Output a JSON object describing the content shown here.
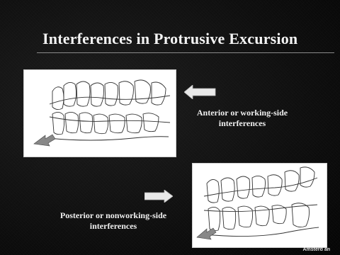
{
  "slide": {
    "title": "Interferences in Protrusive Excursion",
    "caption_anterior_line1": "Anterior or working-side",
    "caption_anterior_line2": "interferences",
    "caption_posterior_line1": "Posterior or nonworking-side",
    "caption_posterior_line2": "interferences",
    "credit": "Amsterd an",
    "colors": {
      "background": "#111111",
      "text": "#f4f4f4",
      "arrow": "#e8e8e8"
    },
    "icons": [
      "left-arrow-icon",
      "right-arrow-icon",
      "teeth-diagram-anterior",
      "teeth-diagram-posterior"
    ]
  }
}
